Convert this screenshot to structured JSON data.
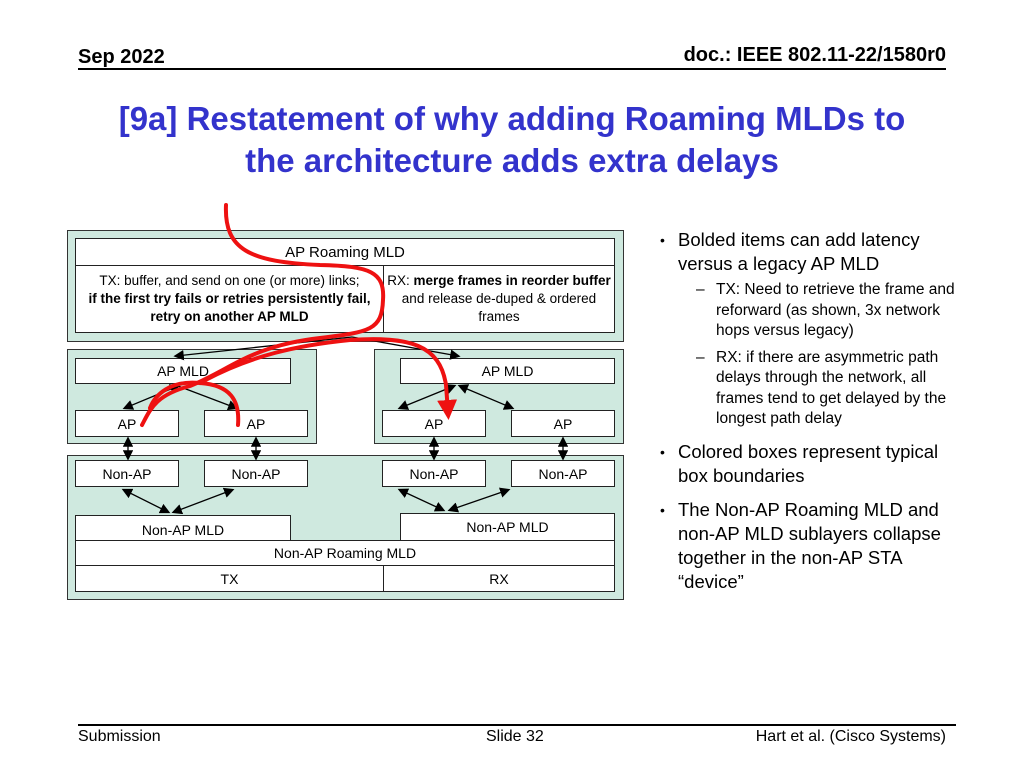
{
  "header": {
    "date": "Sep 2022",
    "doc_id": "doc.: IEEE 802.11-22/1580r0"
  },
  "title": {
    "line1": "[9a] Restatement of why adding Roaming MLDs to",
    "line2": "the architecture adds extra delays"
  },
  "diagram": {
    "ap_roaming_mld": {
      "label": "AP Roaming MLD",
      "tx_text_normal": "TX: buffer, and send on one (or more) links;",
      "tx_text_bold": "if the first try fails or retries persistently fail, retry on another AP MLD",
      "rx_prefix": "RX: ",
      "rx_bold": "merge frames in reorder buffer",
      "rx_suffix": " and release de-duped & ordered frames"
    },
    "ap_mld_left": {
      "label": "AP MLD",
      "aps": [
        "AP",
        "AP"
      ]
    },
    "ap_mld_right": {
      "label": "AP MLD",
      "aps": [
        "AP",
        "AP"
      ]
    },
    "non_ap": [
      "Non-AP",
      "Non-AP",
      "Non-AP",
      "Non-AP"
    ],
    "non_ap_mld_left": "Non-AP MLD",
    "non_ap_mld_right": "Non-AP MLD",
    "non_ap_roaming_mld": "Non-AP Roaming MLD",
    "tx": "TX",
    "rx": "RX",
    "colors": {
      "box_fill": "#cfe9df",
      "path": "#ee1111"
    }
  },
  "bullets": [
    {
      "text": "Bolded items can add latency versus a legacy AP MLD",
      "sub": [
        "TX: Need to retrieve the frame and reforward (as shown, 3x network hops versus legacy)",
        "RX: if there are asymmetric path delays through the network, all frames tend to get delayed by the longest path delay"
      ]
    },
    {
      "text": "Colored boxes represent typical box boundaries",
      "sub": []
    },
    {
      "text": "The Non-AP Roaming MLD and non-AP MLD sublayers collapse together in the non-AP STA “device”",
      "sub": []
    }
  ],
  "footer": {
    "left": "Submission",
    "center": "Slide 32",
    "right": "Hart et al. (Cisco Systems)"
  }
}
